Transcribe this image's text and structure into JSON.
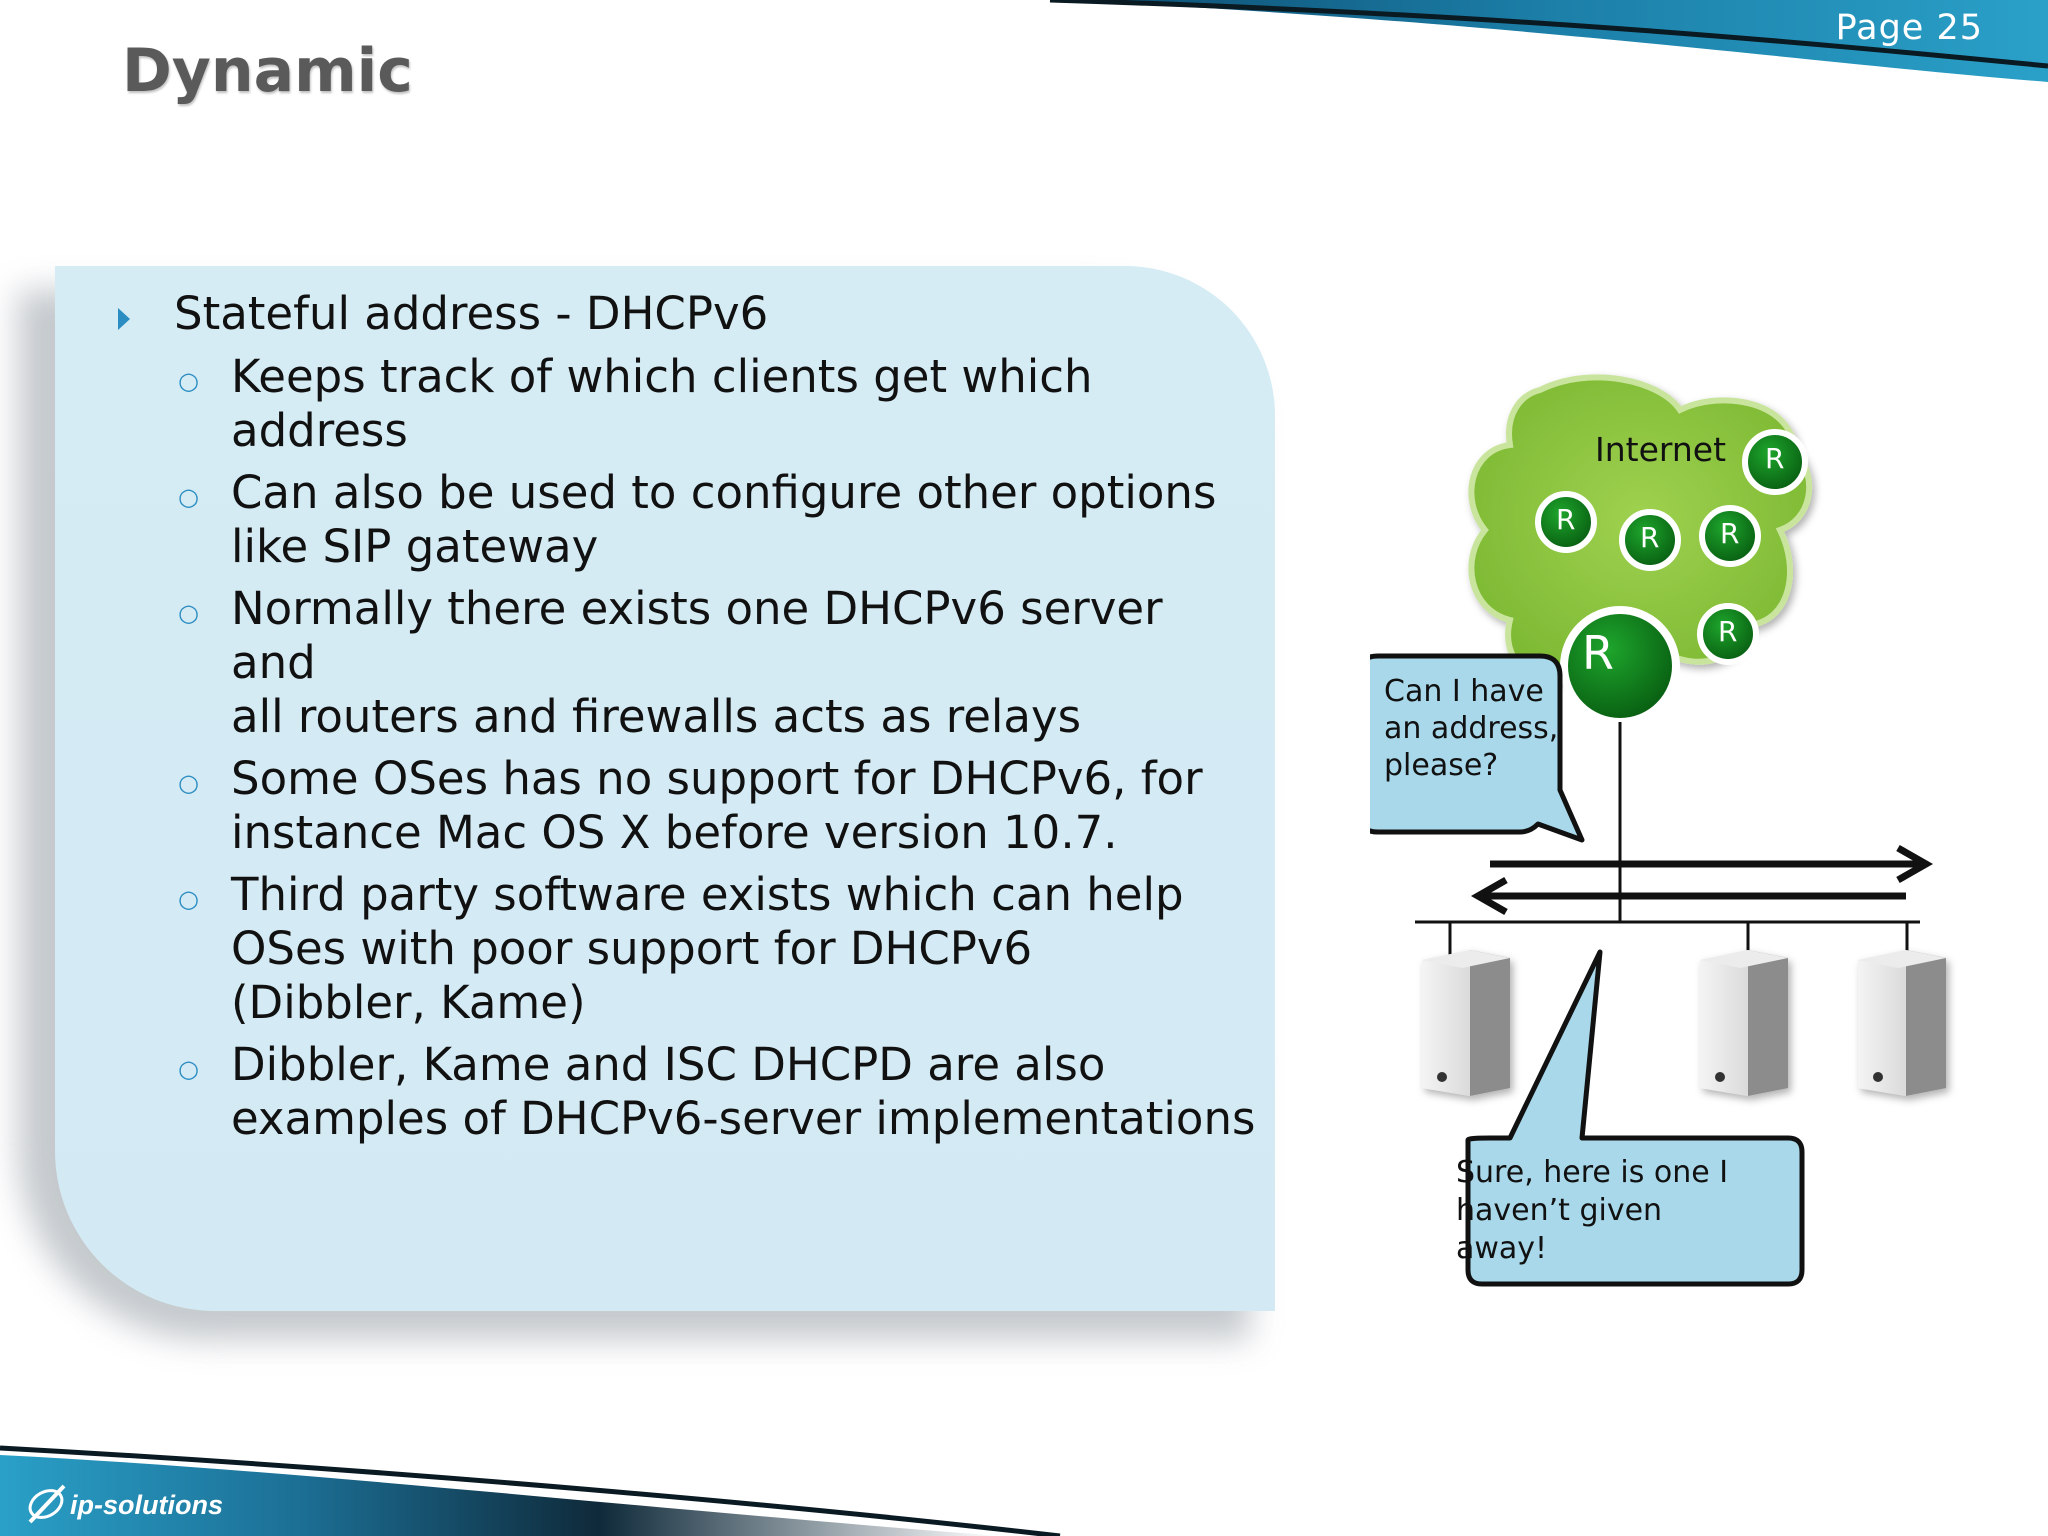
{
  "page": "Page 25",
  "title": "Dynamic",
  "bullets": {
    "main": "Stateful address - DHCPv6",
    "sub": [
      [
        "Keeps track of which clients get which",
        "address"
      ],
      [
        "Can also be used to configure other options",
        "like SIP gateway"
      ],
      [
        "Normally there exists one DHCPv6 server and",
        "all routers and firewalls acts as relays"
      ],
      [
        "Some OSes has no support for DHCPv6, for",
        "instance Mac OS X before version 10.7."
      ],
      [
        "Third party software exists which can help",
        "OSes with poor support for DHCPv6",
        "(Dibbler, Kame)"
      ],
      [
        "Dibbler, Kame and ISC DHCPD are also",
        "examples of DHCPv6-server implementations"
      ]
    ]
  },
  "diagram": {
    "cloud_label": "Internet",
    "router_label": "R",
    "request_bubble": [
      "Can I have",
      "an address,",
      "please?"
    ],
    "reply_bubble": [
      "Sure, here is one I",
      "haven’t given",
      "away!"
    ]
  },
  "logo": {
    "text": "ip-solutions"
  },
  "colors": {
    "accent": "#2b8dc2",
    "panel": "#d5ecf5",
    "cloud": "#8cc63f",
    "router": "#0d7a1a",
    "bubble": "#a8d8ea"
  }
}
